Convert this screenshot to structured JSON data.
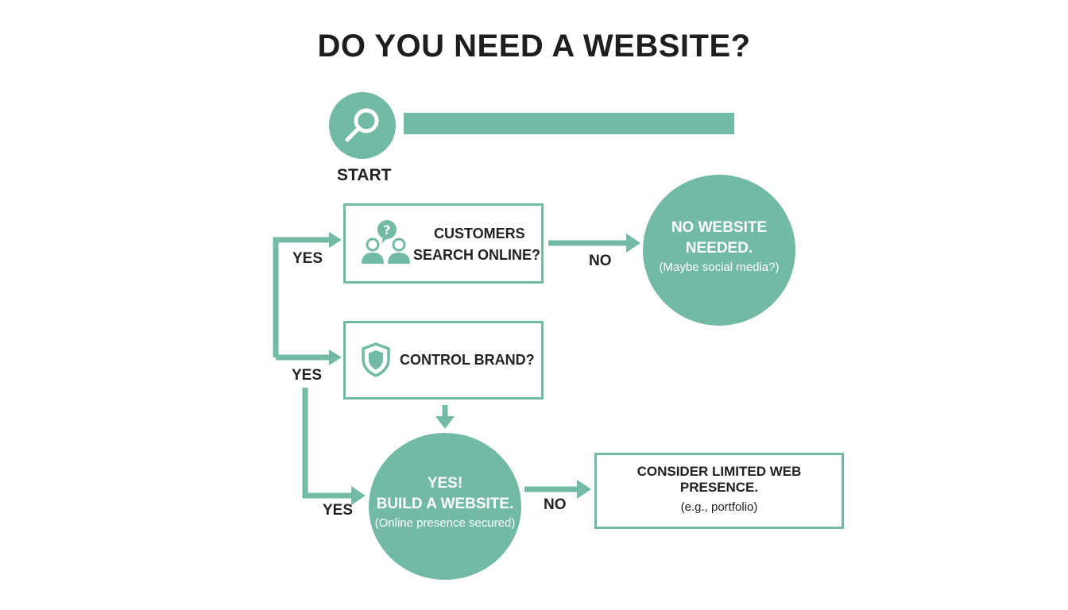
{
  "title": "DO YOU NEED A WEBSITE?",
  "start": {
    "label": "START",
    "icon": "magnifier-icon"
  },
  "nodes": {
    "customers": {
      "line1": "CUSTOMERS",
      "line2": "SEARCH ONLINE?",
      "icon": "people-question-icon"
    },
    "brand": {
      "text": "CONTROL BRAND?",
      "icon": "shield-icon"
    },
    "no_website": {
      "line1": "NO WEBSITE",
      "line2": "NEEDED.",
      "note": "(Maybe social media?)"
    },
    "build": {
      "line1": "YES!",
      "line2": "BUILD A WEBSITE.",
      "note": "(Online presence secured)"
    },
    "limited": {
      "line1": "CONSIDER LIMITED WEB PRESENCE.",
      "line2": "(e.g., portfolio)"
    }
  },
  "edges": {
    "yes1": "YES",
    "no1": "NO",
    "yes2": "YES",
    "yes3": "YES",
    "no2": "NO"
  },
  "colors": {
    "accent": "#72b9a6",
    "text": "#222222"
  }
}
